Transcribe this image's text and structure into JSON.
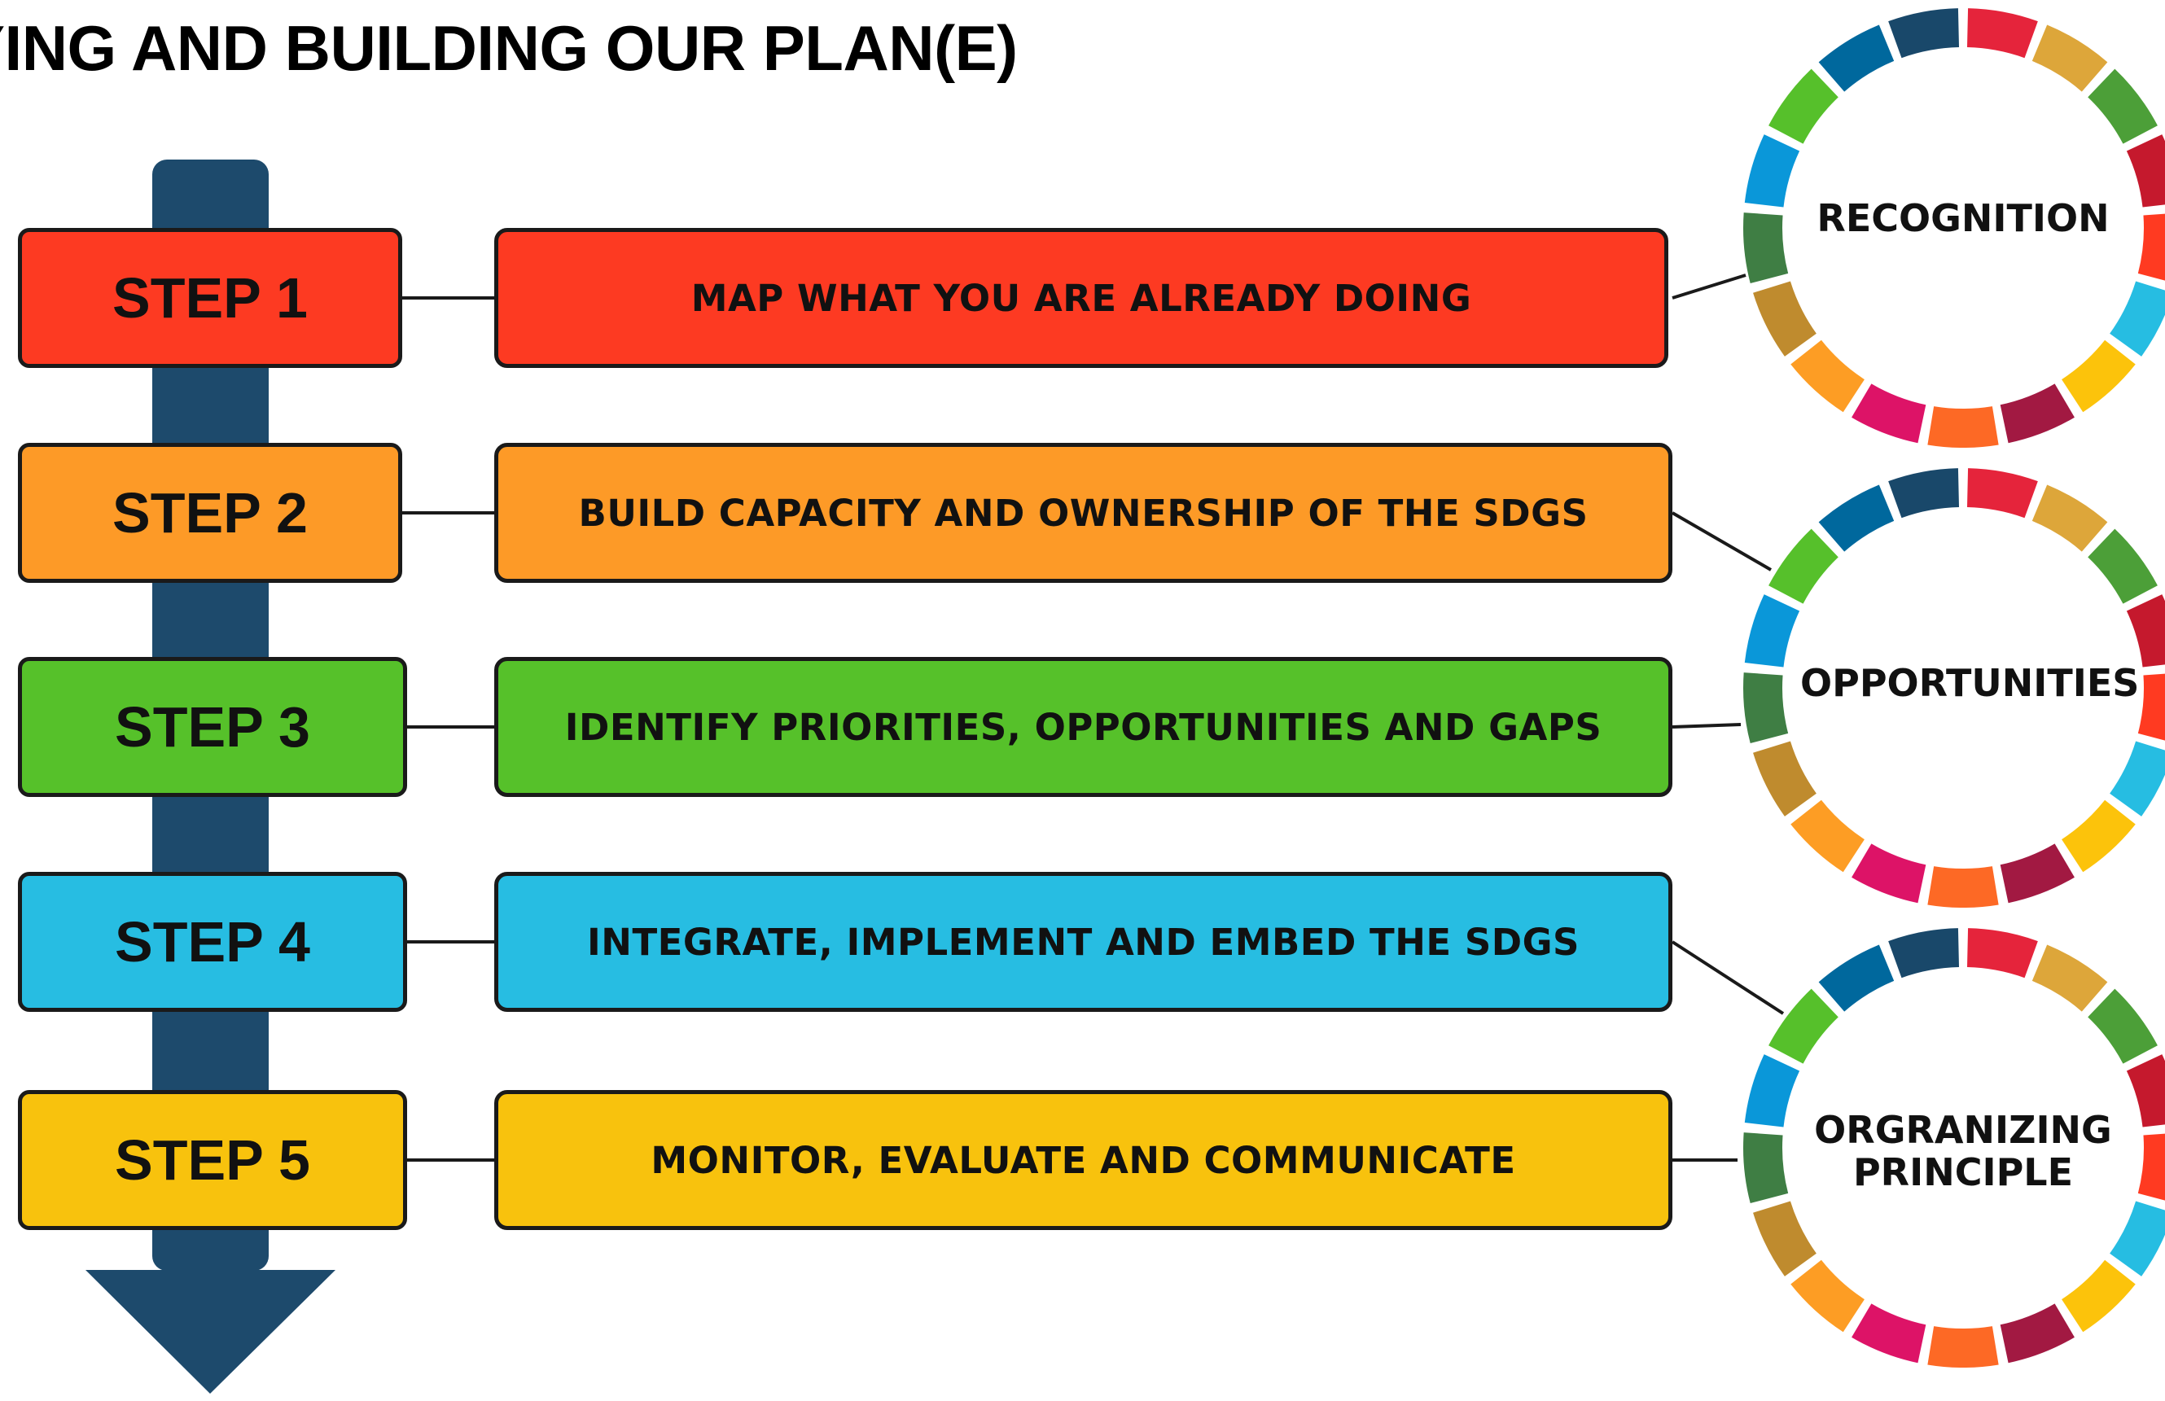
{
  "title": "YING AND BUILDING OUR PLAN(E)",
  "steps": [
    {
      "label": "STEP 1",
      "description": "MAP WHAT YOU ARE ALREADY DOING",
      "color": "#fd3a22"
    },
    {
      "label": "STEP 2",
      "description": "BUILD CAPACITY AND OWNERSHIP OF THE SDGS",
      "color": "#fd9a27"
    },
    {
      "label": "STEP 3",
      "description": "IDENTIFY PRIORITIES, OPPORTUNITIES AND GAPS",
      "color": "#56c12a"
    },
    {
      "label": "STEP 4",
      "description": "INTEGRATE, IMPLEMENT AND EMBED THE SDGS",
      "color": "#27bde2"
    },
    {
      "label": "STEP 5",
      "description": "MONITOR, EVALUATE AND COMMUNICATE",
      "color": "#f8c20d"
    }
  ],
  "arrow_color": "#1d4a6c",
  "rings": [
    {
      "label": "RECOGNITION"
    },
    {
      "label": "OPPORTUNITIES"
    },
    {
      "label": "ORGRANIZING\nPRINCIPLE"
    }
  ],
  "sdg_colors": [
    "#e5243b",
    "#dda63a",
    "#4c9f38",
    "#c5192d",
    "#ff3a21",
    "#26bde2",
    "#fcc30b",
    "#a21942",
    "#fd6925",
    "#dd1367",
    "#fd9d24",
    "#bf8b2e",
    "#3f7e44",
    "#0a97d9",
    "#56c02b",
    "#00689d",
    "#19486a"
  ]
}
